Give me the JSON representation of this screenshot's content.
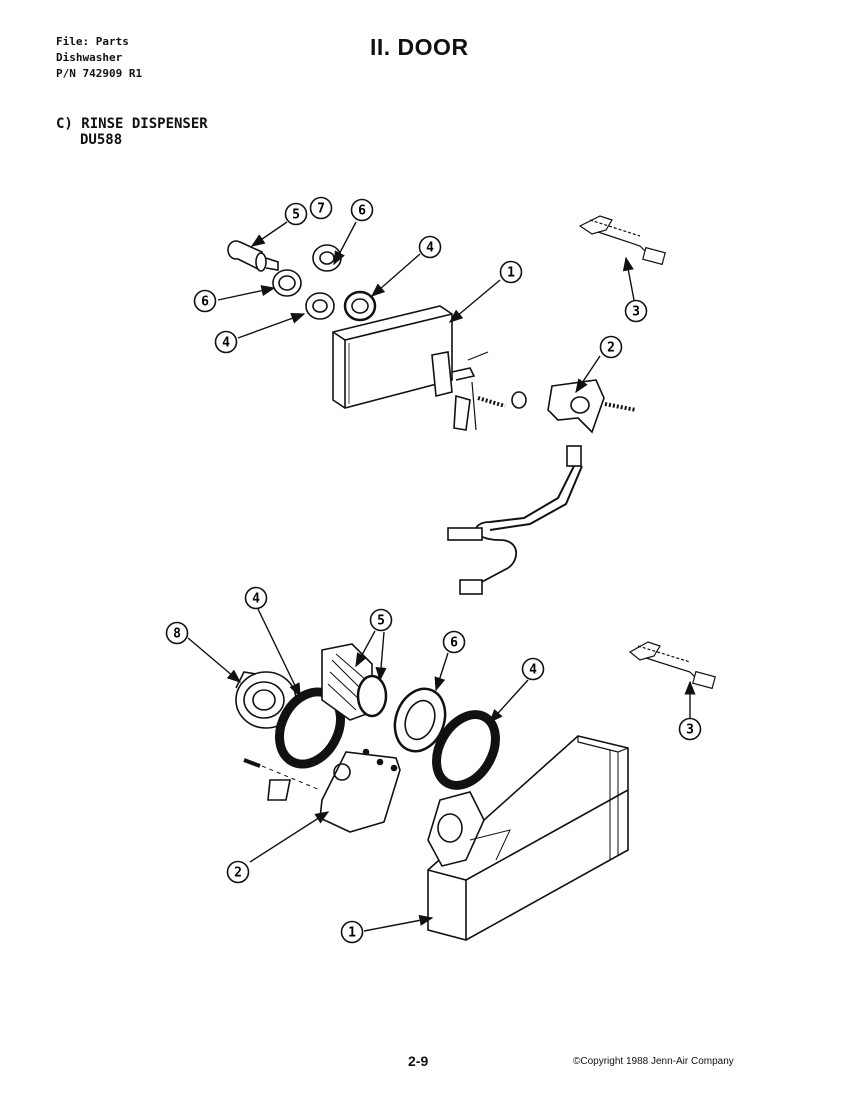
{
  "header": {
    "file_line": "File: Parts",
    "product_line": "Dishwasher",
    "pn_line": "P/N 742909 R1",
    "title": "II. DOOR"
  },
  "section": {
    "title": "C) RINSE DISPENSER",
    "model": "DU588"
  },
  "callouts": [
    "5",
    "7",
    "6",
    "4",
    "1",
    "6",
    "4",
    "3",
    "2",
    "4",
    "8",
    "5",
    "6",
    "4",
    "3",
    "2",
    "1"
  ],
  "footer": {
    "page_number": "2-9",
    "copyright": "©Copyright 1988 Jenn-Air Company"
  }
}
